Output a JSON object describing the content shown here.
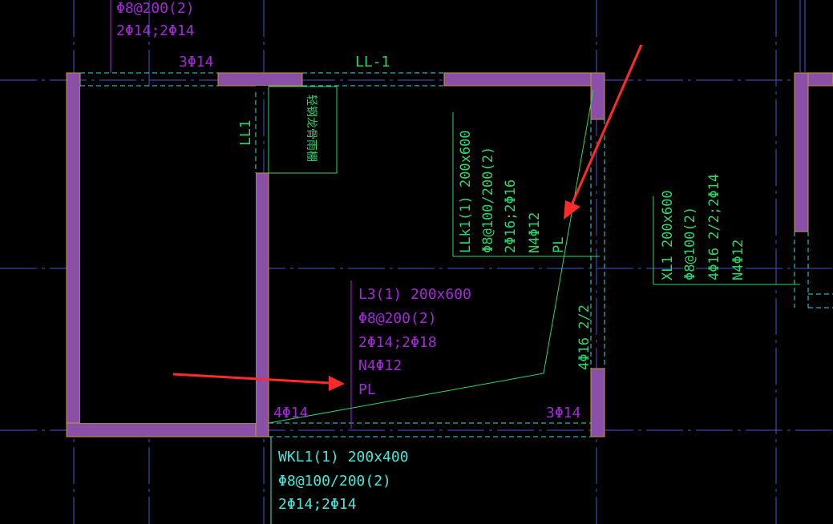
{
  "colors": {
    "background": "#000000",
    "axis": "#4a56c8",
    "wall": "#8a4fa6",
    "wall_edge": "#c89a3a",
    "beam_dash": "#3fd8e6",
    "annotation_purple": "#a12ad8",
    "annotation_green": "#2fd46a",
    "annotation_cyan": "#48e6d8",
    "arrow": "#ff2a2a"
  },
  "labels": {
    "top_stirrup": "Φ8@200(2)",
    "top_rebar": "2Φ14;2Φ14",
    "top_support_bar": "3Φ14",
    "ll1_horizontal": "LL-1",
    "ll1_vertical": "LL1",
    "stair_note": "轻钢龙骨雨棚",
    "llk1": [
      "LLk1(1) 200x600",
      "Φ8@100/200(2)",
      "2Φ16;2Φ16",
      "N4Φ12",
      "PL"
    ],
    "l3": [
      "L3(1) 200x600",
      "Φ8@200(2)",
      "2Φ14;2Φ18",
      "N4Φ12",
      "PL"
    ],
    "xl1": [
      "XL1 200x600",
      "Φ8@100(2)",
      "4Φ16 2/2;2Φ14",
      "N4Φ12"
    ],
    "right_side_bar": "4Φ16 2/2",
    "bottom_left_bar": "4Φ14",
    "bottom_right_bar": "3Φ14",
    "wkl1": [
      "WKL1(1) 200x400",
      "Φ8@100/200(2)",
      "2Φ14;2Φ14"
    ]
  }
}
